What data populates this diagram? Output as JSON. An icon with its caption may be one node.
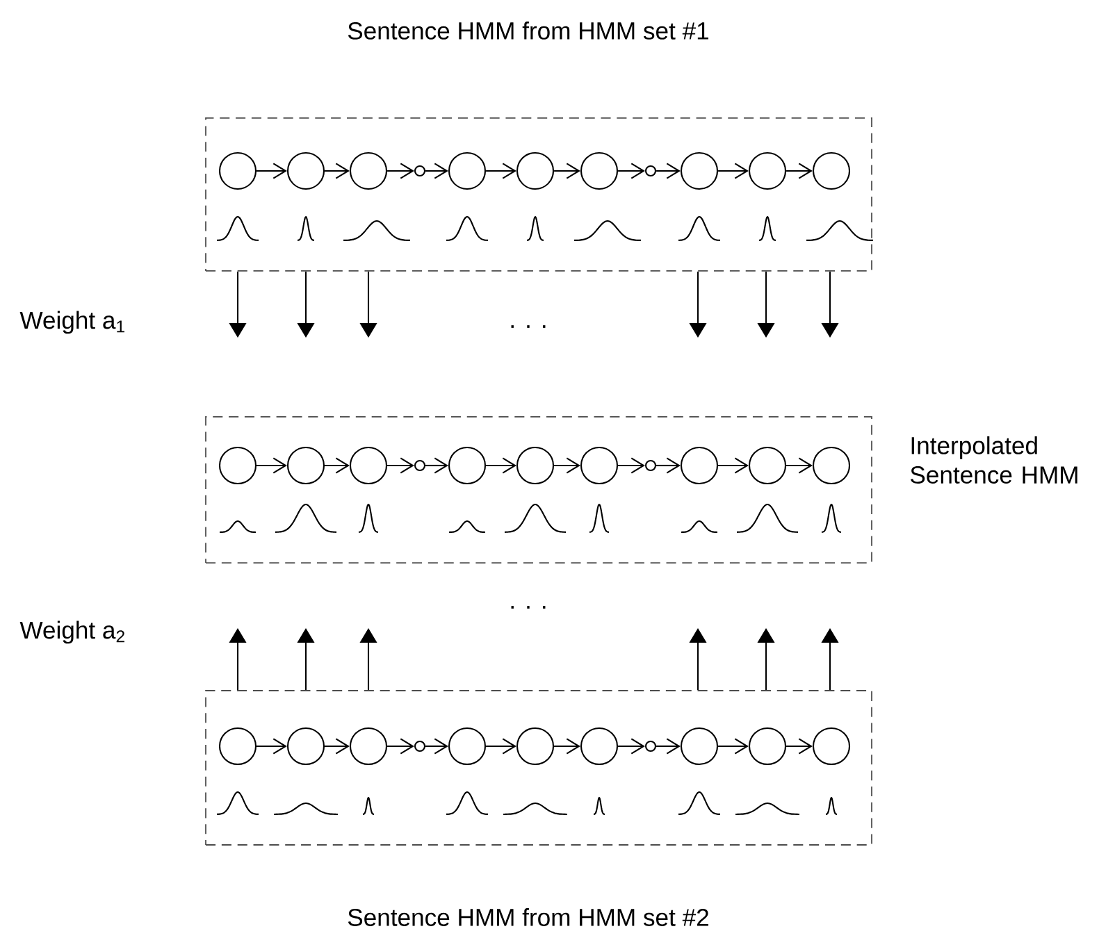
{
  "diagram": {
    "nodes": [
      {
        "text": [],
        "shape": "box",
        "beside": [
          "Sentence HMM from HMM set #1"
        ]
      },
      {
        "text": [],
        "shape": "circle",
        "in": 0
      },
      {
        "text": [],
        "shape": "circle",
        "in": 0
      },
      {
        "text": [],
        "shape": "circle",
        "in": 0
      },
      {
        "text": [],
        "shape": "circle",
        "in": 0
      },
      {
        "text": [],
        "shape": "circle",
        "in": 0
      },
      {
        "text": [],
        "shape": "circle",
        "in": 0
      },
      {
        "text": [],
        "shape": "circle",
        "in": 0
      },
      {
        "text": [],
        "shape": "circle",
        "in": 0
      },
      {
        "text": [],
        "shape": "circle",
        "in": 0
      },
      {
        "text": [],
        "shape": "circle",
        "in": 0
      },
      {
        "text": [],
        "shape": "circle",
        "in": 0
      },
      {
        "text": [],
        "shape": "box",
        "beside": [
          "Interpolated Sentence HMM"
        ]
      },
      {
        "text": [],
        "shape": "circle",
        "in": 12
      },
      {
        "text": [],
        "shape": "circle",
        "in": 12
      },
      {
        "text": [],
        "shape": "circle",
        "in": 12
      },
      {
        "text": [],
        "shape": "circle",
        "in": 12
      },
      {
        "text": [],
        "shape": "circle",
        "in": 12
      },
      {
        "text": [],
        "shape": "circle",
        "in": 12
      },
      {
        "text": [],
        "shape": "circle",
        "in": 12
      },
      {
        "text": [],
        "shape": "circle",
        "in": 12
      },
      {
        "text": [],
        "shape": "circle",
        "in": 12
      },
      {
        "text": [],
        "shape": "circle",
        "in": 12
      },
      {
        "text": [],
        "shape": "circle",
        "in": 12
      },
      {
        "text": [],
        "shape": "box",
        "beside": [
          "Sentence HMM from HMM set #2"
        ]
      },
      {
        "text": [],
        "shape": "circle",
        "in": 24
      },
      {
        "text": [],
        "shape": "circle",
        "in": 24
      },
      {
        "text": [],
        "shape": "circle",
        "in": 24
      },
      {
        "text": [],
        "shape": "circle",
        "in": 24
      },
      {
        "text": [],
        "shape": "circle",
        "in": 24
      },
      {
        "text": [],
        "shape": "circle",
        "in": 24
      },
      {
        "text": [],
        "shape": "circle",
        "in": 24
      },
      {
        "text": [],
        "shape": "circle",
        "in": 24
      },
      {
        "text": [],
        "shape": "circle",
        "in": 24
      },
      {
        "text": [],
        "shape": "circle",
        "in": 24
      },
      {
        "text": [],
        "shape": "circle",
        "in": 24
      }
    ],
    "edges": [
      {
        "from": 1,
        "to": 2,
        "arrow": "to"
      },
      {
        "from": 2,
        "to": 3,
        "arrow": "to"
      },
      {
        "from": 3,
        "to": 4,
        "arrow": "to"
      },
      {
        "from": 4,
        "to": 5,
        "arrow": "to"
      },
      {
        "from": 5,
        "to": 6,
        "arrow": "to"
      },
      {
        "from": 6,
        "to": 7,
        "arrow": "to"
      },
      {
        "from": 7,
        "to": 8,
        "arrow": "to"
      },
      {
        "from": 8,
        "to": 9,
        "arrow": "to"
      },
      {
        "from": 9,
        "to": 10,
        "arrow": "to"
      },
      {
        "from": 10,
        "to": 11,
        "arrow": "to"
      },
      {
        "from": 13,
        "to": 14,
        "arrow": "to"
      },
      {
        "from": 14,
        "to": 15,
        "arrow": "to"
      },
      {
        "from": 15,
        "to": 16,
        "arrow": "to"
      },
      {
        "from": 16,
        "to": 17,
        "arrow": "to"
      },
      {
        "from": 17,
        "to": 18,
        "arrow": "to"
      },
      {
        "from": 18,
        "to": 19,
        "arrow": "to"
      },
      {
        "from": 19,
        "to": 20,
        "arrow": "to"
      },
      {
        "from": 20,
        "to": 21,
        "arrow": "to"
      },
      {
        "from": 21,
        "to": 22,
        "arrow": "to"
      },
      {
        "from": 22,
        "to": 23,
        "arrow": "to"
      },
      {
        "from": 25,
        "to": 26,
        "arrow": "to"
      },
      {
        "from": 26,
        "to": 27,
        "arrow": "to"
      },
      {
        "from": 27,
        "to": 28,
        "arrow": "to"
      },
      {
        "from": 28,
        "to": 29,
        "arrow": "to"
      },
      {
        "from": 29,
        "to": 30,
        "arrow": "to"
      },
      {
        "from": 30,
        "to": 31,
        "arrow": "to"
      },
      {
        "from": 31,
        "to": 32,
        "arrow": "to"
      },
      {
        "from": 32,
        "to": 33,
        "arrow": "to"
      },
      {
        "from": 33,
        "to": 34,
        "arrow": "to"
      },
      {
        "from": 34,
        "to": 35,
        "arrow": "to"
      },
      {
        "from": 0,
        "to": null,
        "arrow": "to"
      },
      {
        "from": 0,
        "to": null,
        "arrow": "to"
      },
      {
        "from": 0,
        "to": null,
        "arrow": "to"
      },
      {
        "from": 0,
        "to": null,
        "arrow": "to"
      },
      {
        "from": 0,
        "to": null,
        "arrow": "to"
      },
      {
        "from": 0,
        "to": null,
        "arrow": "to"
      },
      {
        "from": 24,
        "to": null,
        "arrow": "to"
      },
      {
        "from": 24,
        "to": null,
        "arrow": "to"
      },
      {
        "from": 24,
        "to": null,
        "arrow": "to"
      },
      {
        "from": 24,
        "to": null,
        "arrow": "to"
      },
      {
        "from": 24,
        "to": null,
        "arrow": "to"
      },
      {
        "from": 24,
        "to": null,
        "arrow": "to"
      }
    ],
    "labels": [
      "Weight a$_{1}$",
      ". . .",
      ". . .",
      "Weight a$_{2}$"
    ]
  }
}
